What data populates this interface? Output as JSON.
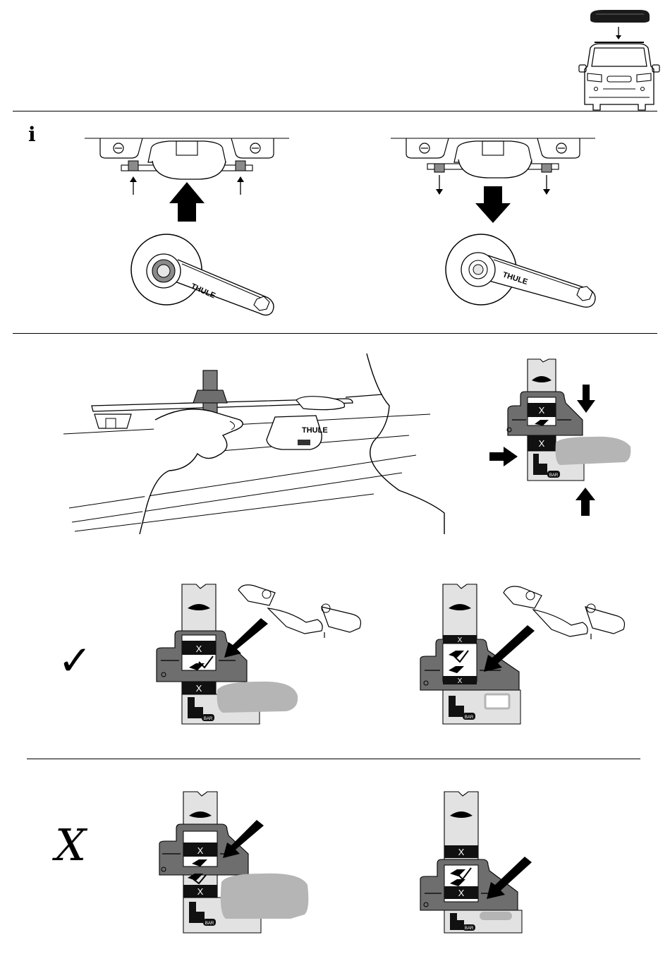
{
  "info": {
    "symbol": "i"
  },
  "brand": {
    "wordmark": "THULE"
  },
  "gauge": {
    "cross": "X",
    "bar_label": "BAR"
  },
  "verdicts": {
    "correct": "✓",
    "incorrect": "X"
  },
  "colors": {
    "line": "#000000",
    "gauge_dark": "#6e6e6e",
    "gauge_light": "#e2e2e2",
    "car_grey": "#b5b5b5",
    "nut": "#8a8a8a"
  }
}
